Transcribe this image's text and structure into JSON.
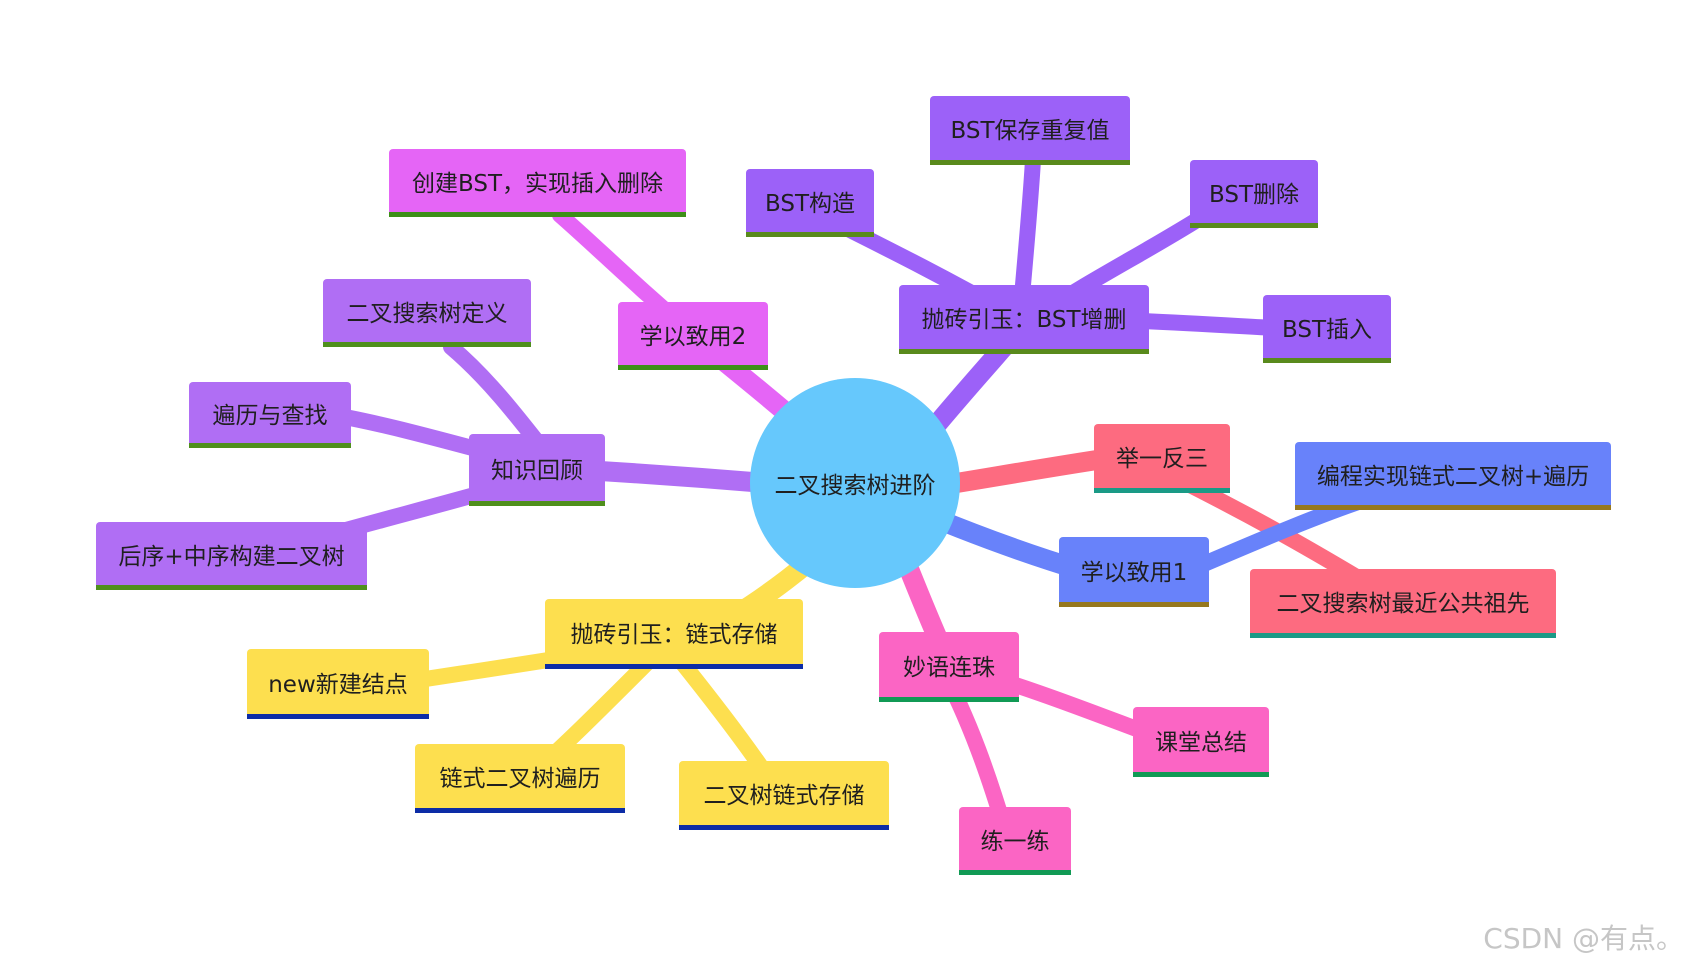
{
  "mindmap": {
    "center": "二叉搜索树进阶",
    "branches": {
      "review": {
        "label": "知识回顾",
        "color": "#b06ef4",
        "children": [
          "二叉搜索树定义",
          "遍历与查找",
          "后序+中序构建二叉树"
        ]
      },
      "apply2": {
        "label": "学以致用2",
        "color": "#e565f6",
        "children": [
          "创建BST，实现插入删除"
        ]
      },
      "bst_ops": {
        "label": "抛砖引玉：BST增删",
        "color": "#9c61f8",
        "children": [
          "BST构造",
          "BST保存重复值",
          "BST删除",
          "BST插入"
        ]
      },
      "analogy": {
        "label": "举一反三",
        "color": "#fd6b80",
        "children": [
          "二叉搜索树最近公共祖先"
        ]
      },
      "apply1": {
        "label": "学以致用1",
        "color": "#6882fa",
        "children": [
          "编程实现链式二叉树+遍历"
        ]
      },
      "linked": {
        "label": "抛砖引玉：链式存储",
        "color": "#fddf4f",
        "children": [
          "new新建结点",
          "链式二叉树遍历",
          "二叉树链式存储"
        ]
      },
      "summary": {
        "label": "妙语连珠",
        "color": "#fb65c4",
        "children": [
          "课堂总结",
          "练一练"
        ]
      }
    }
  },
  "watermark": "CSDN @有点。"
}
